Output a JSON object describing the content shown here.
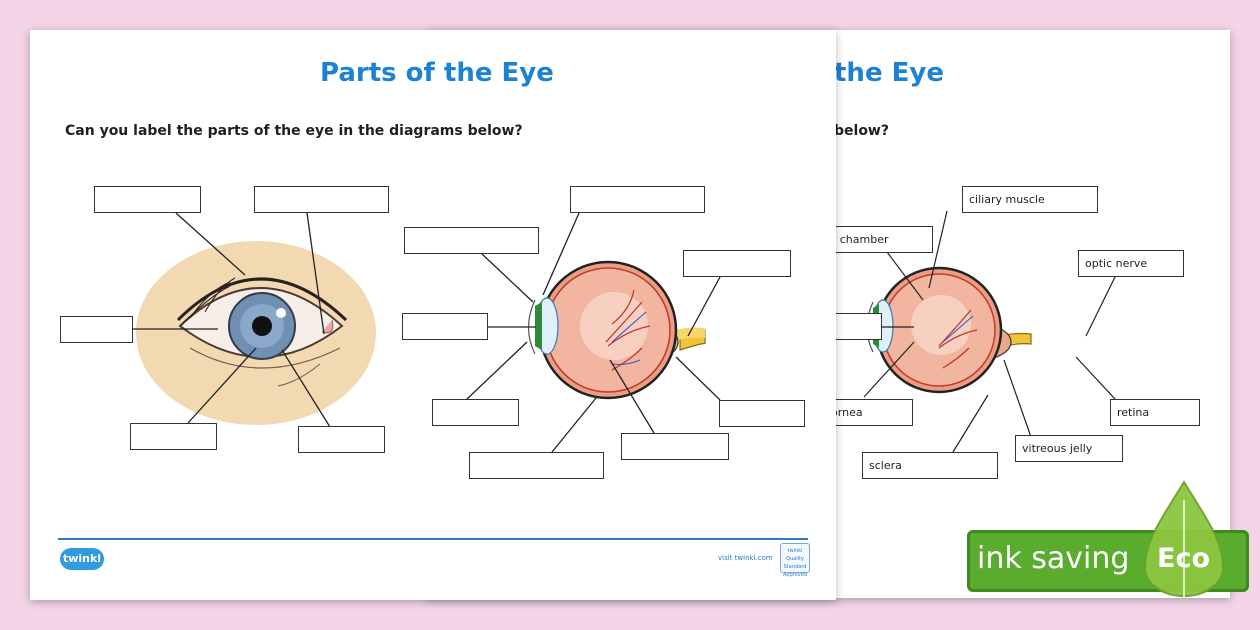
{
  "worksheet": {
    "title": "Parts of the Eye",
    "question": "Can you label the parts of the eye in the diagrams below?",
    "footer_brand": "twinkl",
    "footer_url": "visit twinkl.com",
    "badge_lines": [
      "twinkl",
      "Quality Standard",
      "Approved"
    ]
  },
  "answer_sheet": {
    "title_visible": "the Eye",
    "question_visible": "below?",
    "labels": {
      "ciliary_muscle": "ciliary muscle",
      "anterior_chamber": "or chamber",
      "optic_nerve": "optic nerve",
      "cornea": "cornea",
      "retina": "retina",
      "sclera": "sclera",
      "vitreous_jelly": "vitreous jelly"
    }
  },
  "eco_badge": {
    "text": "ink saving",
    "eco_label": "Eco",
    "banner_color": "#5aac2e",
    "leaf_color": "#8cc63f"
  },
  "colors": {
    "title": "#1c82d4",
    "background": "#f2d4e6",
    "footer_line": "#2a7cc7"
  }
}
